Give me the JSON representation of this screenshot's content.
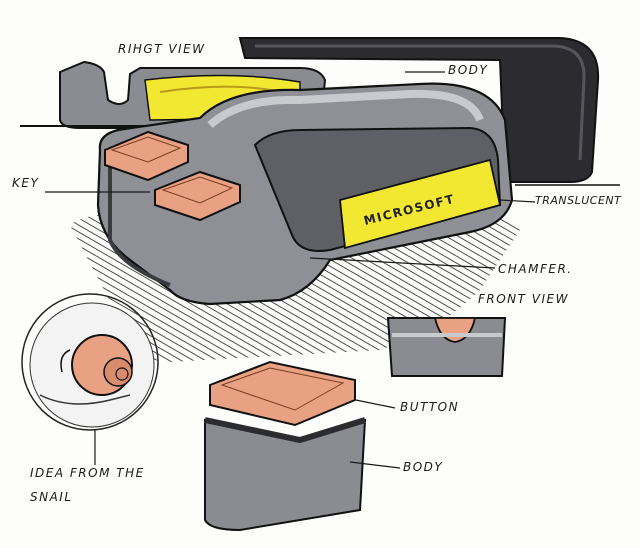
{
  "labels": {
    "right_view": "RIHGT VIEW",
    "body_top": "BODY",
    "key": "KEY",
    "translucent": "TRANSLUCENT",
    "chamfer": "CHAMFER.",
    "front_view": "FRONT VIEW",
    "button": "BUTTON",
    "body_bottom": "BODY",
    "idea_line1": "IDEA FROM THE",
    "idea_line2": "SNAIL",
    "brand_on_body": "MICROSOFT"
  },
  "colors": {
    "paper": "#fdfdfb",
    "dark_body": "#2b2b30",
    "gray_body": "#8a8c92",
    "yellow_panel": "#f2e832",
    "salmon": "#e9a183",
    "ink": "#1a1a1a"
  }
}
